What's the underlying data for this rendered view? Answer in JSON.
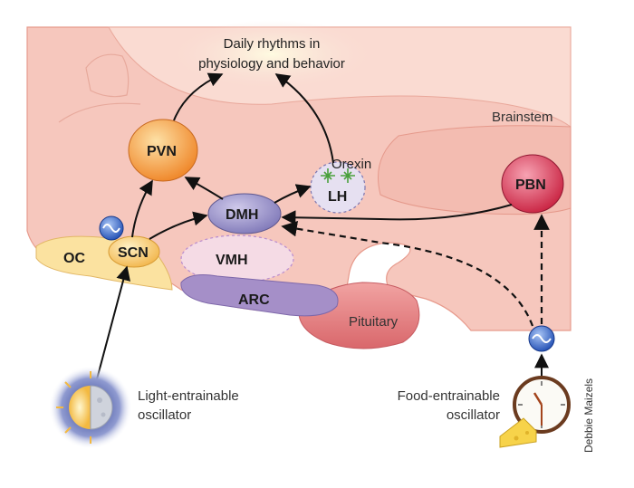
{
  "title_line1": "Daily rhythms in",
  "title_line2": "physiology and behavior",
  "regions": {
    "brainstem": "Brainstem",
    "pituitary": "Pituitary"
  },
  "nodes": {
    "pvn": "PVN",
    "dmh": "DMH",
    "lh": "LH",
    "orexin": "Orexin",
    "scn": "SCN",
    "oc": "OC",
    "vmh": "VMH",
    "arc": "ARC",
    "pbn": "PBN"
  },
  "oscillators": {
    "light_line1": "Light-entrainable",
    "light_line2": "oscillator",
    "food_line1": "Food-entrainable",
    "food_line2": "oscillator"
  },
  "credit": "Debbie Maizels",
  "colors": {
    "brain_fill": "#f6c7bd",
    "brain_inner": "#fadbd2",
    "pvn": "#f39237",
    "dmh": "#8c86c2",
    "pbn": "#d9304f",
    "arc": "#a892c6",
    "pituitary": "#e57c80",
    "scn": "#f7c867",
    "oc": "#fbe2a0",
    "lh_fill": "#e6e0f1",
    "oscillator_icon": "#2c5cc6"
  }
}
